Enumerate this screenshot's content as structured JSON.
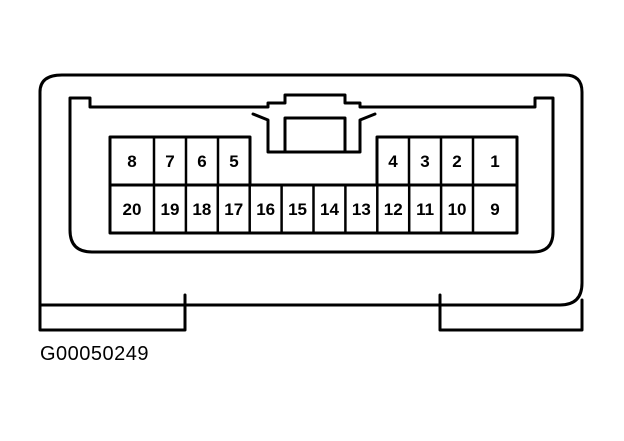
{
  "diagram": {
    "figure_id": "G00050249",
    "line_color": "#000000",
    "background_color": "#ffffff",
    "pins": {
      "top_left": [
        "8",
        "7",
        "6",
        "5"
      ],
      "top_right": [
        "4",
        "3",
        "2",
        "1"
      ],
      "bottom": [
        "20",
        "19",
        "18",
        "17",
        "16",
        "15",
        "14",
        "13",
        "12",
        "11",
        "10",
        "9"
      ]
    }
  }
}
